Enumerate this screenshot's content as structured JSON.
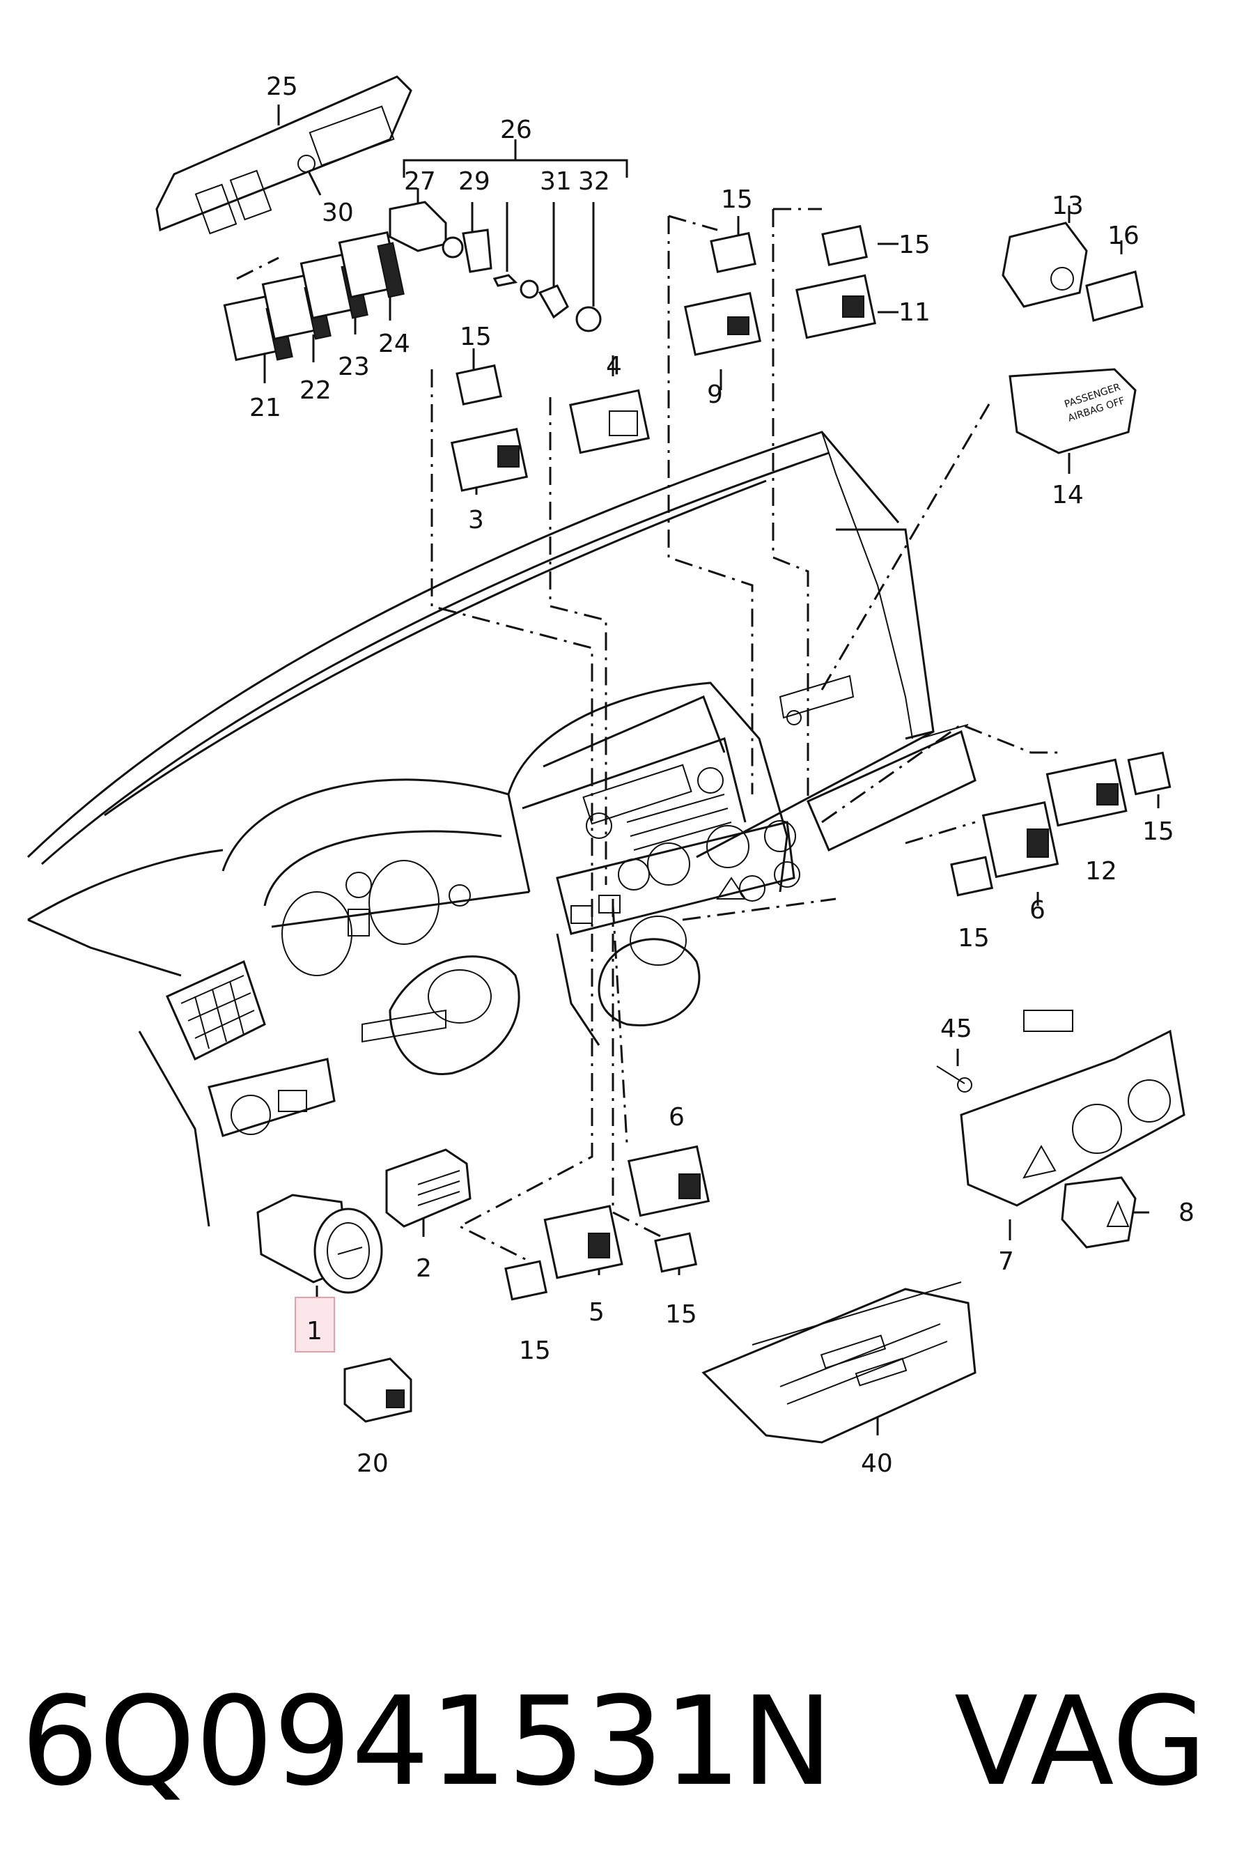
{
  "diagram": {
    "callouts": [
      "25",
      "26",
      "27",
      "29",
      "31",
      "32",
      "30",
      "21",
      "22",
      "23",
      "24",
      "15",
      "4",
      "3",
      "9",
      "11",
      "13",
      "16",
      "14",
      "12",
      "6",
      "5",
      "2",
      "1",
      "20",
      "45",
      "7",
      "8",
      "40"
    ],
    "highlighted_callout": "1",
    "highlight_color": "#e8a0a8",
    "airbag_switch_text": [
      "PASSENGER",
      "AIRBAG OFF"
    ]
  },
  "footer": {
    "part_number": "6Q0941531N",
    "brand": "VAG"
  }
}
